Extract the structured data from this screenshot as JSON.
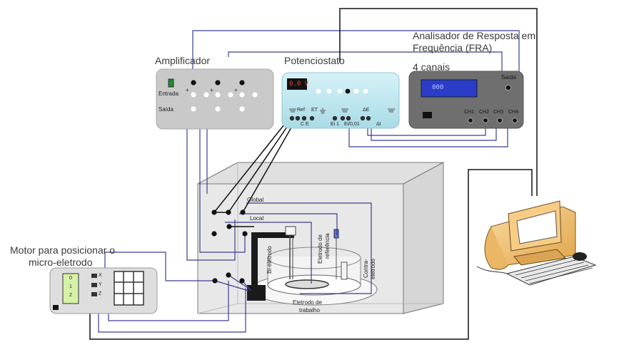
{
  "labels": {
    "amplifier": "Amplificador",
    "potentiostat": "Potenciostato",
    "fra_line1": "Analisador de Resposta em",
    "fra_line2": "Frequência (FRA)",
    "fra_channels": "4 canais",
    "motor_line1": "Motor para posicionar o",
    "motor_line2": "micro-eletrodo",
    "global": "Global",
    "local": "Local",
    "bi_electrode": "Bi-eletrodo",
    "ref_electrode_1": "Eletrodo de",
    "ref_electrode_2": "referência",
    "counter_electrode_1": "Contra-",
    "counter_electrode_2": "eletrodo",
    "working_electrode_1": "Eletrodo de",
    "working_electrode_2": "trabalho"
  },
  "amplifier": {
    "input": "Entrada",
    "output": "Saída",
    "plus": "+"
  },
  "potentiostat": {
    "display": "0.0 V",
    "ref": "Ref",
    "et": "ET",
    "ce": "C E",
    "ei": "Ei 1",
    "eio": "Ei/0,01",
    "de": "ΔE",
    "di": "ΔI"
  },
  "fra": {
    "display": "000",
    "output": "Saída",
    "channels": [
      "CH1",
      "CH2",
      "CH3",
      "CH4"
    ]
  },
  "motor": {
    "display": [
      "0",
      "1",
      "2"
    ],
    "axes": [
      "X",
      "Y",
      "Z"
    ]
  },
  "colors": {
    "wire_blue": "#3b3f8f",
    "wire_black": "#111111",
    "device_gray": "#c8c8c8",
    "potentiostat_blue": "#bde7ef",
    "fra_dark": "#6b6b6b",
    "display_red": "#ff3a3a",
    "fra_screen": "#2b3cc8",
    "cage_fill": "#ececec",
    "monitor": "#f2c26e"
  }
}
